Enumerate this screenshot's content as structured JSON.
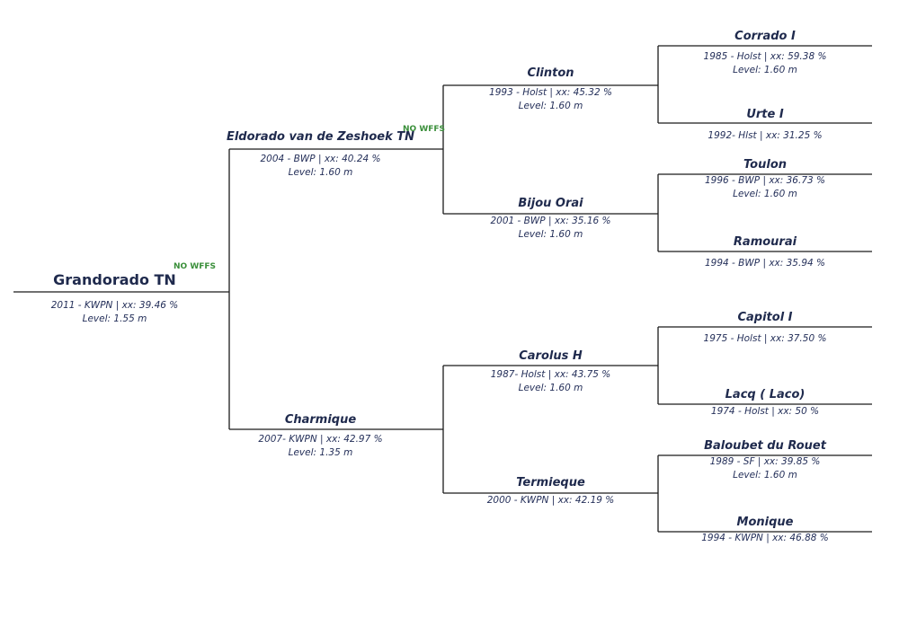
{
  "badge_color": "#3a8f3a",
  "text_color": "#1f2a4d",
  "pedigree": {
    "horse": {
      "name": "Grandorado TN",
      "badge": "NO WFFS",
      "info": "2011 -  KWPN | xx: 39.46 %",
      "level": "Level: 1.55 m"
    },
    "sire": {
      "name": "Eldorado van de Zeshoek TN",
      "badge": "NO WFFS",
      "info": "2004 - BWP | xx: 40.24 %",
      "level": "Level: 1.60 m"
    },
    "dam": {
      "name": "Charmique",
      "info": "2007- KWPN | xx: 42.97 %",
      "level": "Level: 1.35 m"
    },
    "sire_sire": {
      "name": "Clinton",
      "info": "1993 - Holst | xx: 45.32 %",
      "level": "Level: 1.60 m"
    },
    "sire_dam": {
      "name": "Bijou Orai",
      "info": "2001 - BWP | xx: 35.16  %",
      "level": "Level: 1.60 m"
    },
    "dam_sire": {
      "name": "Carolus H",
      "info": "1987- Holst | xx: 43.75 %",
      "level": "Level: 1.60 m"
    },
    "dam_dam": {
      "name": "Termieque",
      "info": "2000 - KWPN | xx: 42.19 %"
    },
    "ss_sire": {
      "name": "Corrado I",
      "info": "1985 - Holst | xx: 59.38 %",
      "level": "Level: 1.60 m"
    },
    "ss_dam": {
      "name": "Urte I",
      "info": "1992- Hlst | xx: 31.25 %"
    },
    "sd_sire": {
      "name": "Toulon",
      "info": "1996 - BWP | xx: 36.73 %",
      "level": "Level: 1.60 m"
    },
    "sd_dam": {
      "name": "Ramourai",
      "info": "1994 - BWP | xx: 35.94 %"
    },
    "ds_sire": {
      "name": "Capitol I",
      "info": "1975 - Holst | xx: 37.50 %"
    },
    "ds_dam": {
      "name": "Lacq ( Laco)",
      "info": "1974 - Holst | xx: 50 %"
    },
    "dd_sire": {
      "name": "Baloubet du Rouet",
      "info": "1989 - SF | xx: 39.85 %",
      "level": "Level: 1.60 m"
    },
    "dd_dam": {
      "name": "Monique",
      "info": "1994 - KWPN | xx: 46.88 %"
    }
  }
}
